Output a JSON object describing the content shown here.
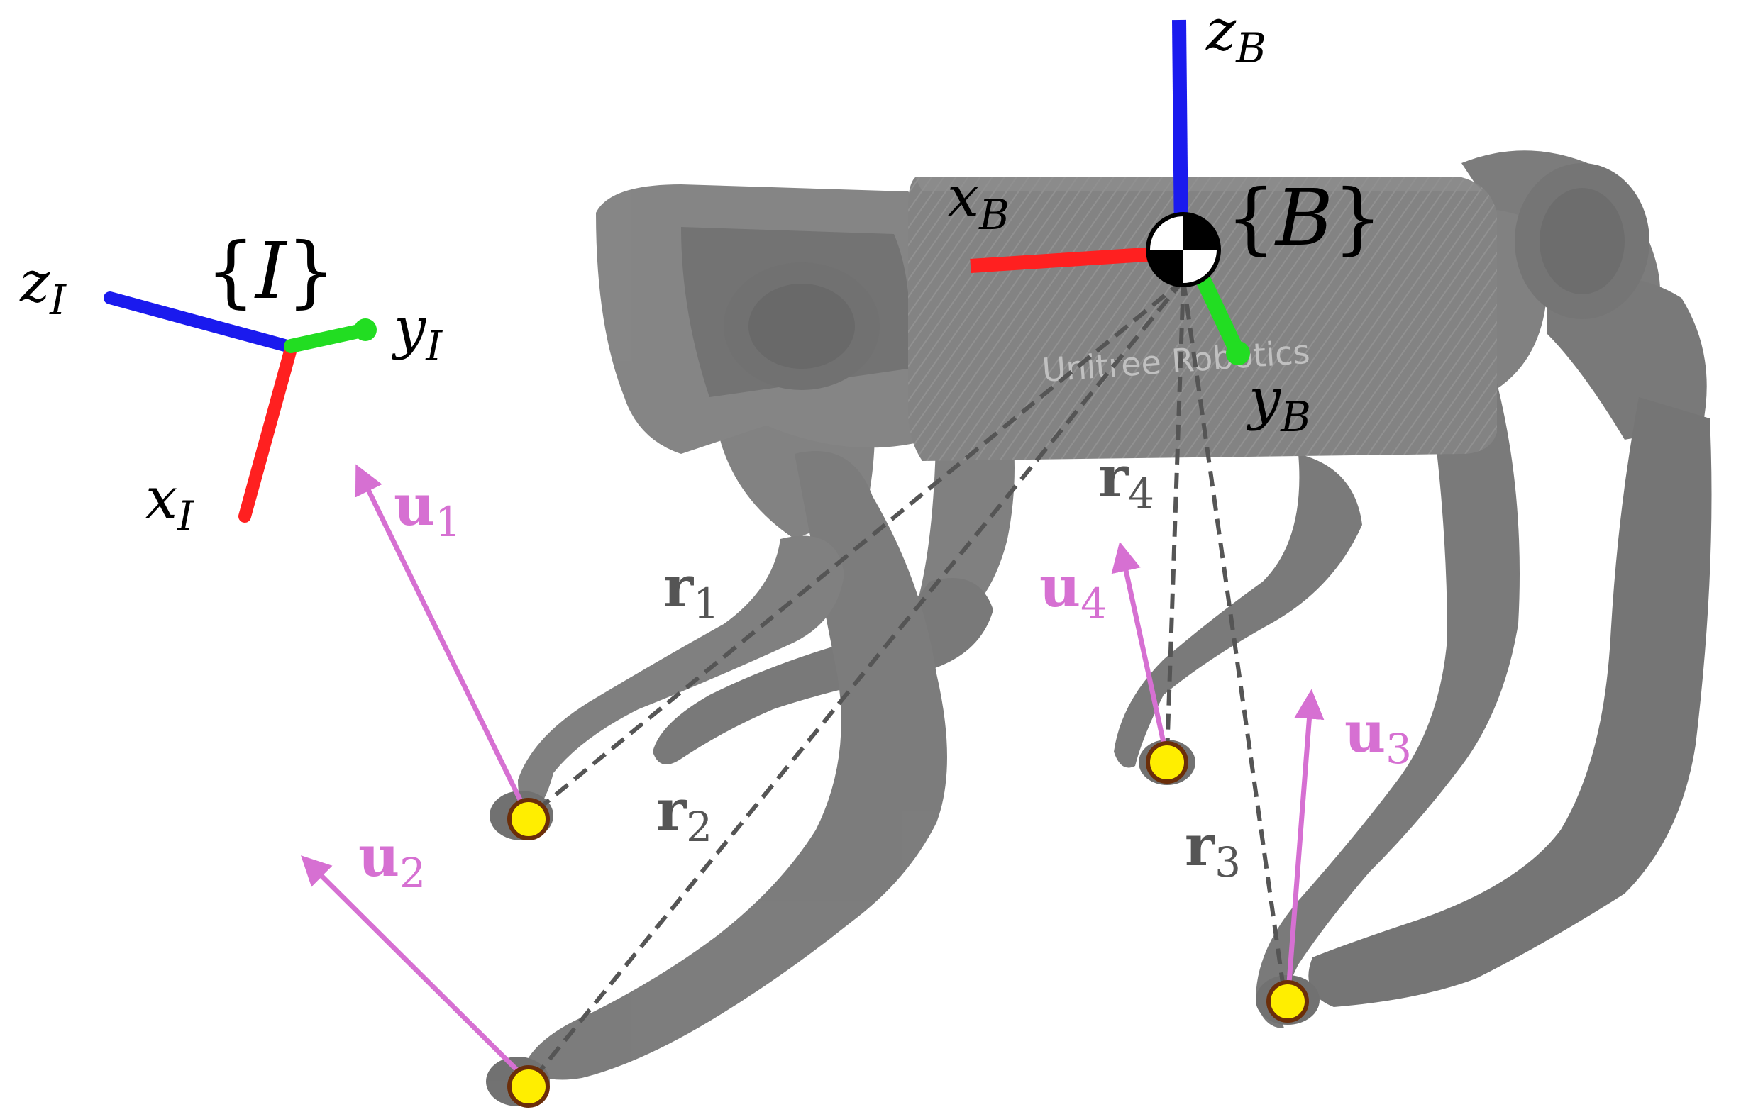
{
  "colors": {
    "axis_x": "#ff2020",
    "axis_y": "#22dd22",
    "axis_z": "#1a1aee",
    "force": "#d670d2",
    "position_vec": "#555555",
    "foot_fill": "#ffee00",
    "foot_stroke": "#6b2e0a",
    "robot_body": "#7a7a7a",
    "robot_dark": "#6a6a6a",
    "text_black": "#000000",
    "text_grey": "#555555"
  },
  "inertial_frame": {
    "label_brace_open": "{",
    "label_symbol": "I",
    "label_brace_close": "}",
    "x_label": "x",
    "x_sub": "I",
    "y_label": "y",
    "y_sub": "I",
    "z_label": "z",
    "z_sub": "I"
  },
  "body_frame": {
    "label_brace_open": "{",
    "label_symbol": "B",
    "label_brace_close": "}",
    "x_label": "x",
    "x_sub": "B",
    "y_label": "y",
    "y_sub": "B",
    "z_label": "z",
    "z_sub": "B"
  },
  "robot": {
    "logo_text": "Unitree Robotics",
    "logo_icon": "robot-dog-icon"
  },
  "legs": [
    {
      "force_label": "u",
      "force_index": "1",
      "pos_label": "r",
      "pos_index": "1"
    },
    {
      "force_label": "u",
      "force_index": "2",
      "pos_label": "r",
      "pos_index": "2"
    },
    {
      "force_label": "u",
      "force_index": "3",
      "pos_label": "r",
      "pos_index": "3"
    },
    {
      "force_label": "u",
      "force_index": "4",
      "pos_label": "r",
      "pos_index": "4"
    }
  ]
}
